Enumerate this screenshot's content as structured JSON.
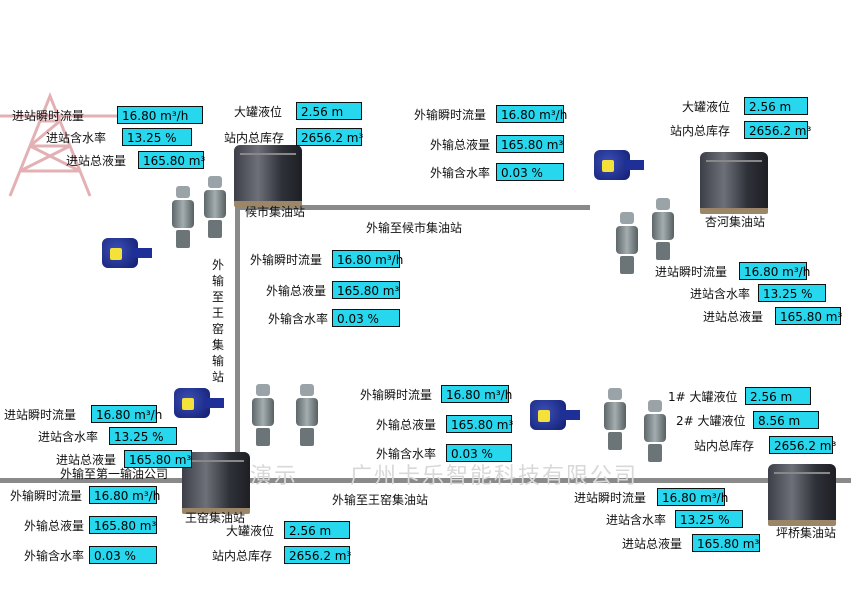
{
  "colors": {
    "value_box": "#27d7ee",
    "pipe": "#8a8a8a",
    "meter": "#1e2f98"
  },
  "pipelines": {
    "to_houshi": "外输至候市集油站",
    "to_wangyao_vertical": "外输至王窑集输站",
    "to_diyi": "外输至第一输油公司",
    "to_wangyao_bottom": "外输至王窑集油站"
  },
  "houshi": {
    "name": "候市集油站",
    "inbound": {
      "flow_label": "进站瞬时流量",
      "flow_value": "16.80 m³/h",
      "water_label": "进站含水率",
      "water_value": "13.25  %",
      "total_label": "进站总液量",
      "total_value": "165.80 m³"
    },
    "tank_level_label": "大罐液位",
    "tank_level_value": "2.56   m",
    "stock_label": "站内总库存",
    "stock_value": "2656.2 m³"
  },
  "xinghe": {
    "name": "杏河集油站",
    "outbound": {
      "flow_label": "外输瞬时流量",
      "flow_value": "16.80 m³/h",
      "total_label": "外输总液量",
      "total_value": "165.80 m³",
      "water_label": "外输含水率",
      "water_value": "0.03   %"
    },
    "tank_level_label": "大罐液位",
    "tank_level_value": "2.56   m",
    "stock_label": "站内总库存",
    "stock_value": "2656.2 m³",
    "inbound": {
      "flow_label": "进站瞬时流量",
      "flow_value": "16.80 m³/h",
      "water_label": "进站含水率",
      "water_value": "13.25  %",
      "total_label": "进站总液量",
      "total_value": "165.80 m³"
    }
  },
  "middle_outbound": {
    "flow_label": "外输瞬时流量",
    "flow_value": "16.80 m³/h",
    "total_label": "外输总液量",
    "total_value": "165.80 m³",
    "water_label": "外输含水率",
    "water_value": "0.03   %"
  },
  "wangyao": {
    "name": "王窑集油站",
    "inbound": {
      "flow_label": "进站瞬时流量",
      "flow_value": "16.80 m³/h",
      "water_label": "进站含水率",
      "water_value": "13.25  %",
      "total_label": "进站总液量",
      "total_value": "165.80 m³"
    },
    "outbound": {
      "flow_label": "外输瞬时流量",
      "flow_value": "16.80 m³/h",
      "total_label": "外输总液量",
      "total_value": "165.80 m³",
      "water_label": "外输含水率",
      "water_value": "0.03   %"
    },
    "tank_level_label": "大罐液位",
    "tank_level_value": "2.56   m",
    "stock_label": "站内总库存",
    "stock_value": "2656.2 m³"
  },
  "center_outbound": {
    "flow_label": "外输瞬时流量",
    "flow_value": "16.80 m³/h",
    "total_label": "外输总液量",
    "total_value": "165.80 m³",
    "water_label": "外输含水率",
    "water_value": "0.03   %"
  },
  "pingqiao": {
    "name": "坪桥集油站",
    "tank1_label": "1# 大罐液位",
    "tank1_value": "2.56   m",
    "tank2_label": "2# 大罐液位",
    "tank2_value": "8.56   m",
    "stock_label": "站内总库存",
    "stock_value": "2656.2 m³",
    "inbound": {
      "flow_label": "进站瞬时流量",
      "flow_value": "16.80 m³/h",
      "water_label": "进站含水率",
      "water_value": "13.25  %",
      "total_label": "进站总液量",
      "total_value": "165.80 m³"
    }
  },
  "watermark": "广州卡乐智能科技有限公司",
  "watermark_left": "演示"
}
